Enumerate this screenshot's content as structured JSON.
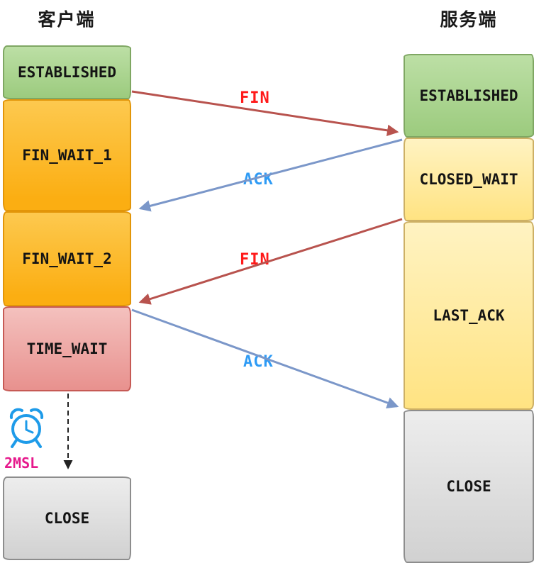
{
  "client": {
    "title": "客户端",
    "states": [
      {
        "label": "ESTABLISHED",
        "color": "#9ccb7e"
      },
      {
        "label": "FIN_WAIT_1",
        "color": "#fbae12"
      },
      {
        "label": "FIN_WAIT_2",
        "color": "#fbae12"
      },
      {
        "label": "TIME_WAIT",
        "color": "#e8918e"
      },
      {
        "label": "CLOSE",
        "color": "#d1d1d1"
      }
    ],
    "timer": {
      "label": "2MSL",
      "icon": "alarm-clock-icon",
      "color": "#e6198c"
    }
  },
  "server": {
    "title": "服务端",
    "states": [
      {
        "label": "ESTABLISHED",
        "color": "#9ccb7e"
      },
      {
        "label": "CLOSED_WAIT",
        "color": "#ffe382"
      },
      {
        "label": "LAST_ACK",
        "color": "#ffe382"
      },
      {
        "label": "CLOSE",
        "color": "#d1d1d1"
      }
    ]
  },
  "messages": [
    {
      "label": "FIN",
      "direction": "client-to-server",
      "label_color": "#ff1a1a",
      "arrow_color": "#b8534e"
    },
    {
      "label": "ACK",
      "direction": "server-to-client",
      "label_color": "#2e9bf5",
      "arrow_color": "#7b97c9"
    },
    {
      "label": "FIN",
      "direction": "server-to-client",
      "label_color": "#ff1a1a",
      "arrow_color": "#b8534e"
    },
    {
      "label": "ACK",
      "direction": "client-to-server",
      "label_color": "#2e9bf5",
      "arrow_color": "#7b97c9"
    }
  ]
}
